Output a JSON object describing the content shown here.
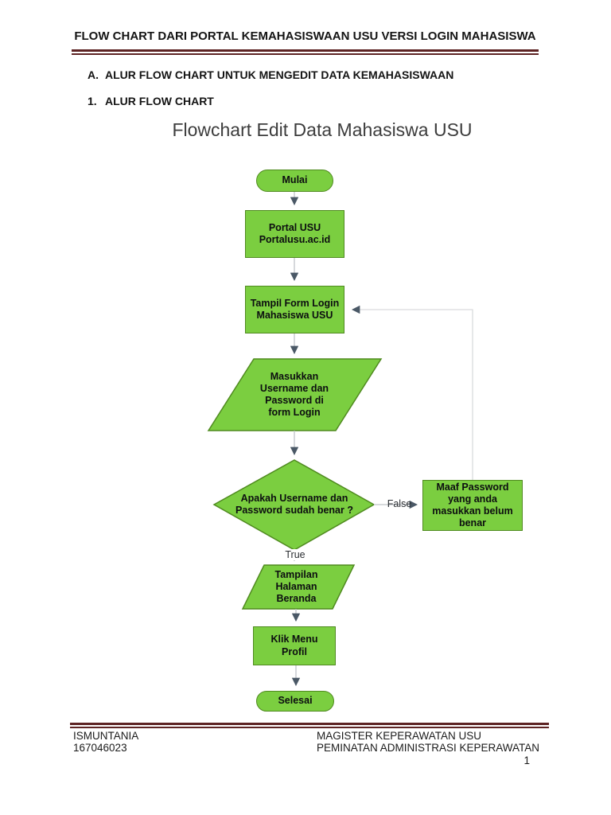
{
  "header": {
    "title": "FLOW CHART DARI PORTAL KEMAHASISWAAN USU VERSI LOGIN MAHASISWA"
  },
  "headings": {
    "a": {
      "label": "A.",
      "text": "ALUR FLOW CHART UNTUK MENGEDIT DATA KEMAHASISWAAN"
    },
    "one": {
      "label": "1.",
      "text": "ALUR FLOW CHART"
    }
  },
  "flowchart": {
    "title": "Flowchart Edit Data Mahasiswa USU",
    "nodes": {
      "mulai": {
        "type": "terminator",
        "text": "Mulai"
      },
      "portal": {
        "type": "process",
        "text": "Portal USU\nPortalusu.ac.id"
      },
      "tampil_form": {
        "type": "process",
        "text": "Tampil Form Login\nMahasiswa USU"
      },
      "masukkan": {
        "type": "input",
        "text": "Masukkan\nUsername dan\nPassword di\nform Login"
      },
      "decision": {
        "type": "decision",
        "text": "Apakah Username dan\nPassword sudah benar ?"
      },
      "maaf": {
        "type": "process",
        "text": "Maaf Password\nyang anda\nmasukkan belum\nbenar"
      },
      "tampilan": {
        "type": "input",
        "text": "Tampilan\nHalaman\nBeranda"
      },
      "klik": {
        "type": "process",
        "text": "Klik Menu\nProfil"
      },
      "selesai": {
        "type": "terminator",
        "text": "Selesai"
      }
    },
    "edge_labels": {
      "true": "True",
      "false": "False"
    },
    "colors": {
      "node_fill": "#7bce40",
      "node_border": "#4f8a1f",
      "connector": "#bfc3c8",
      "arrowhead": "#4a5866"
    }
  },
  "footer": {
    "left": "ISMUNTANIA\n167046023",
    "right": "MAGISTER KEPERAWATAN USU\nPEMINATAN ADMINISTRASI KEPERAWATAN",
    "page_number": "1"
  },
  "rule_color": "#5d2323"
}
